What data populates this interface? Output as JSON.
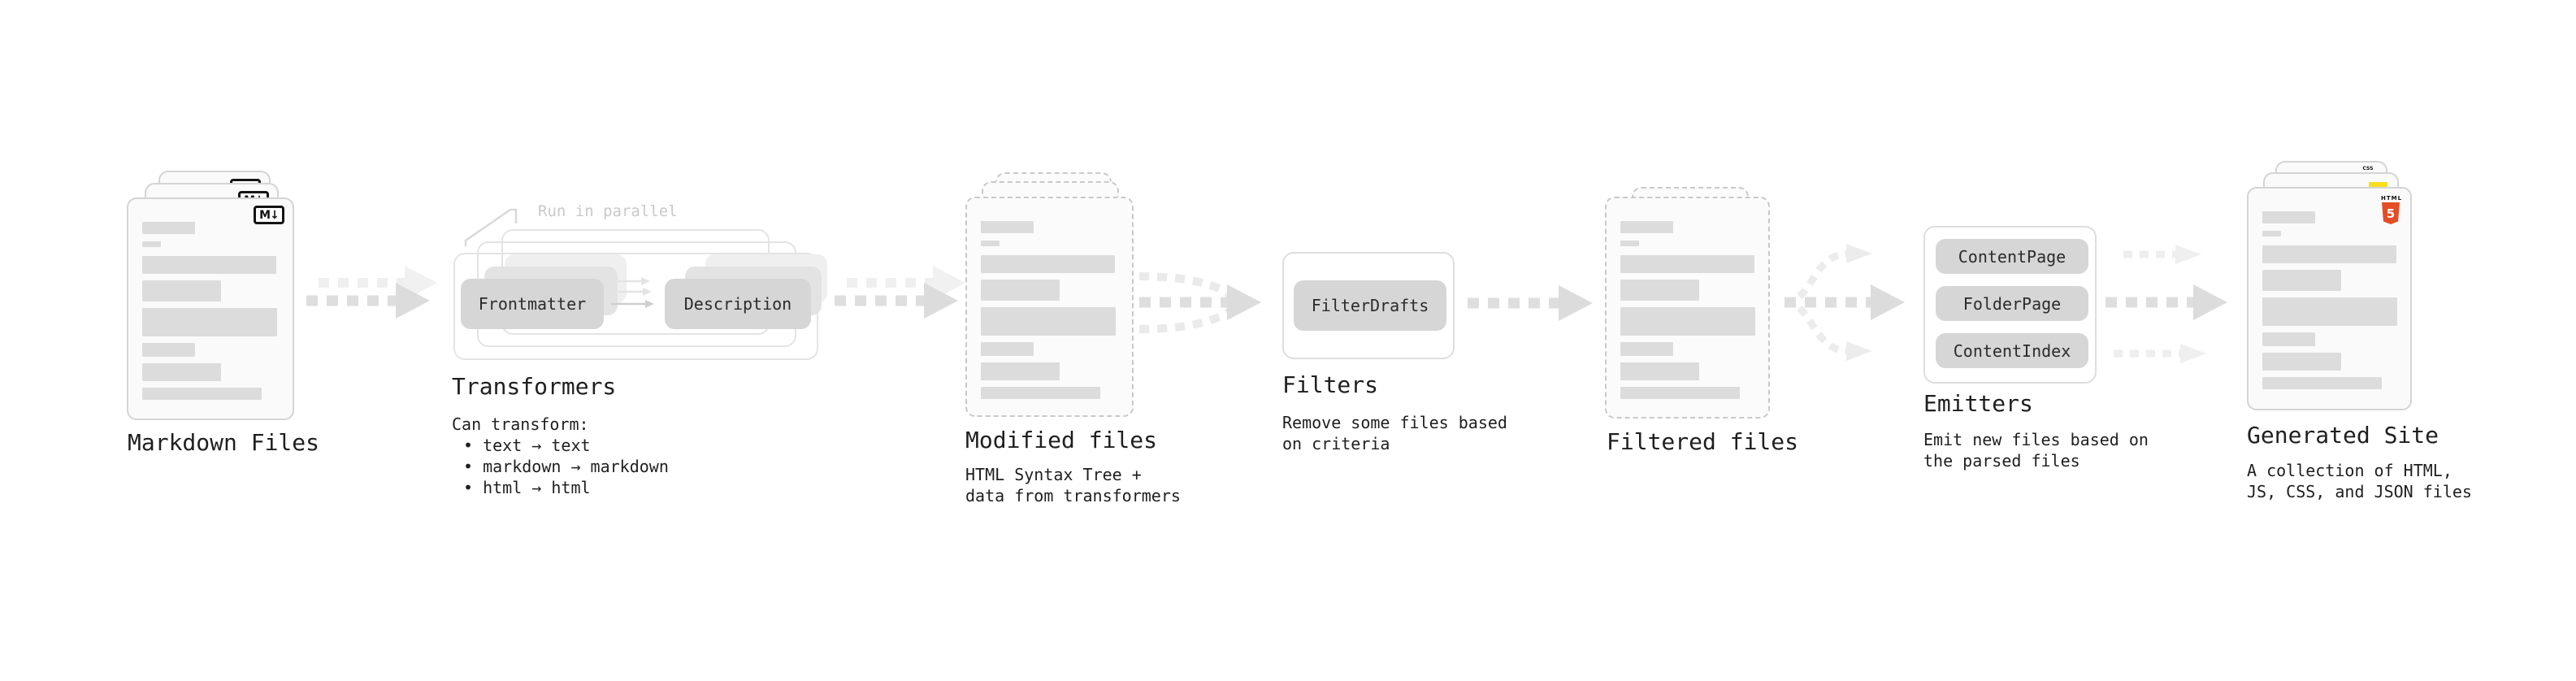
{
  "stages": {
    "markdown": {
      "label": "Markdown Files"
    },
    "transformers": {
      "label": "Transformers",
      "note": "Run in parallel",
      "pills": [
        "Frontmatter",
        "Description"
      ],
      "desc": [
        "Can transform:",
        "• text → text",
        "• markdown → markdown",
        "• html → html"
      ]
    },
    "modified": {
      "label": "Modified files",
      "desc": [
        "HTML Syntax Tree +",
        "data from transformers"
      ]
    },
    "filters": {
      "label": "Filters",
      "pill": "FilterDrafts",
      "desc": [
        "Remove some files based",
        "on criteria"
      ]
    },
    "filtered": {
      "label": "Filtered files"
    },
    "emitters": {
      "label": "Emitters",
      "pills": [
        "ContentPage",
        "FolderPage",
        "ContentIndex"
      ],
      "desc": [
        "Emit new files based on",
        "the parsed files"
      ]
    },
    "generated": {
      "label": "Generated Site",
      "desc": [
        "A collection of HTML,",
        "JS, CSS, and JSON files"
      ]
    }
  },
  "badges": {
    "markdown": "M↓",
    "html_text": "HTML",
    "html_number": "5",
    "css": "CSS"
  },
  "colors": {
    "html5_orange": "#e44d26",
    "js_yellow": "#f7df1e",
    "css_blue": "#2965f1"
  }
}
